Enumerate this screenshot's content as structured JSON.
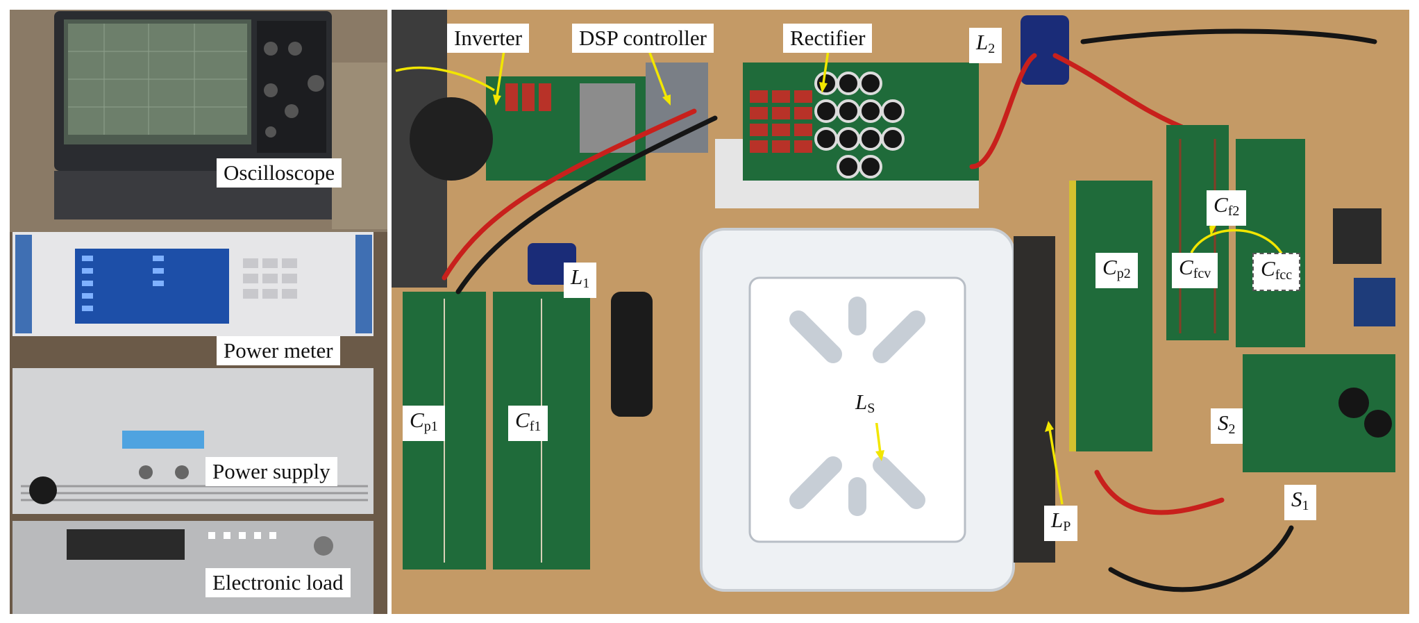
{
  "photo": {
    "description_free": true,
    "colors": {
      "frame": "#ffffff",
      "bench_wood": "#c49a66",
      "pcb_green": "#1f6b3a",
      "instrument_grey": "#d9d9d9",
      "pad_white": "#eef1f4",
      "arrow": "#f2e600",
      "wire_red": "#c8201c",
      "wire_black": "#151515"
    }
  },
  "labels": {
    "inverter": "Inverter",
    "dsp_controller": "DSP controller",
    "rectifier": "Rectifier",
    "oscilloscope": "Oscilloscope",
    "power_meter": "Power meter",
    "power_supply": "Power supply",
    "electronic_load": "Electronic load",
    "l2": {
      "sym": "L",
      "sub": "2"
    },
    "l1": {
      "sym": "L",
      "sub": "1"
    },
    "ls": {
      "sym": "L",
      "sub": "S"
    },
    "lp": {
      "sym": "L",
      "sub": "P"
    },
    "cp1": {
      "sym": "C",
      "sub": "p1"
    },
    "cf1": {
      "sym": "C",
      "sub": "f1"
    },
    "cp2": {
      "sym": "C",
      "sub": "p2"
    },
    "cfcv": {
      "sym": "C",
      "sub": "fcv"
    },
    "cfcc": {
      "sym": "C",
      "sub": "fcc"
    },
    "cf2": {
      "sym": "C",
      "sub": "f2"
    },
    "s1": {
      "sym": "S",
      "sub": "1"
    },
    "s2": {
      "sym": "S",
      "sub": "2"
    }
  },
  "icons": [
    "arrow-inverter",
    "arrow-dsp",
    "arrow-rectifier",
    "arrow-ls",
    "arrow-lp",
    "arrow-cf2-switch"
  ]
}
